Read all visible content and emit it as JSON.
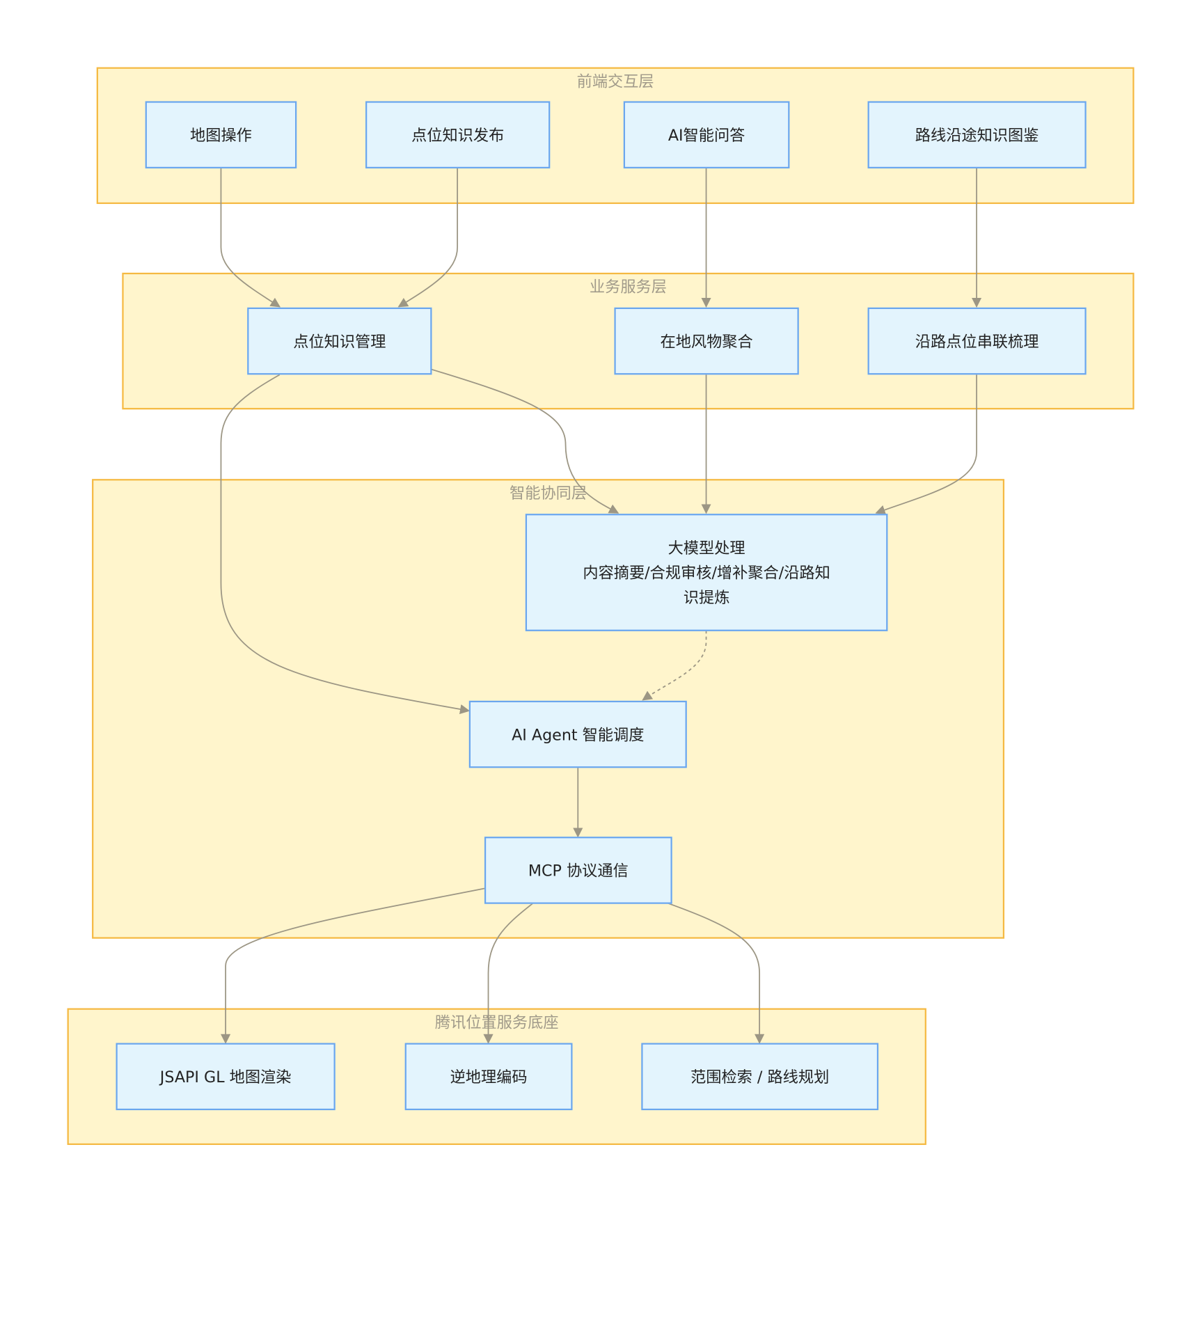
{
  "layers": {
    "frontend": "前端交互层",
    "business": "业务服务层",
    "intelligence": "智能协同层",
    "tencent": "腾讯位置服务底座"
  },
  "nodes": {
    "map_ops": "地图操作",
    "poi_publish": "点位知识发布",
    "ai_qa": "AI智能问答",
    "route_guide": "路线沿途知识图鉴",
    "poi_manage": "点位知识管理",
    "local_aggregate": "在地风物聚合",
    "route_chain": "沿路点位串联梳理",
    "llm": "大模型处理\n内容摘要/合规审核/增补聚合/沿路知\n识提炼",
    "agent": "AI Agent 智能调度",
    "mcp": "MCP 协议通信",
    "jsapi": "JSAPI GL 地图渲染",
    "geocode": "逆地理编码",
    "search": "范围检索 / 路线规划"
  },
  "edges": [
    {
      "from": "map_ops",
      "to": "poi_manage",
      "style": "solid"
    },
    {
      "from": "poi_publish",
      "to": "poi_manage",
      "style": "solid"
    },
    {
      "from": "ai_qa",
      "to": "local_aggregate",
      "style": "solid"
    },
    {
      "from": "route_guide",
      "to": "route_chain",
      "style": "solid"
    },
    {
      "from": "poi_manage",
      "to": "llm",
      "style": "solid"
    },
    {
      "from": "local_aggregate",
      "to": "llm",
      "style": "solid"
    },
    {
      "from": "route_chain",
      "to": "llm",
      "style": "solid"
    },
    {
      "from": "poi_manage",
      "to": "agent",
      "style": "solid"
    },
    {
      "from": "llm",
      "to": "agent",
      "style": "dashed"
    },
    {
      "from": "agent",
      "to": "mcp",
      "style": "solid"
    },
    {
      "from": "mcp",
      "to": "jsapi",
      "style": "solid"
    },
    {
      "from": "mcp",
      "to": "geocode",
      "style": "solid"
    },
    {
      "from": "mcp",
      "to": "search",
      "style": "solid"
    }
  ]
}
